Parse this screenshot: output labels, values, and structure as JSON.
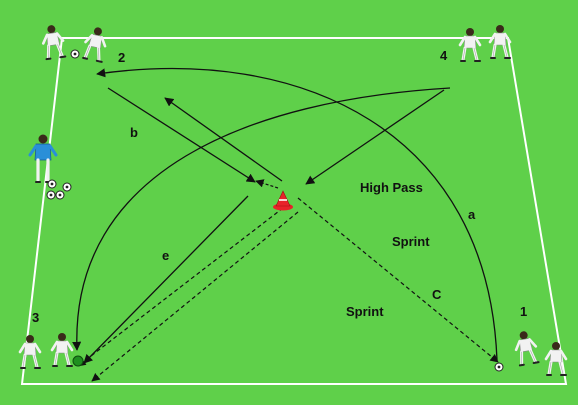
{
  "diagram": {
    "colors": {
      "field": "#5fd04a",
      "line": "#ffffff",
      "arrow": "#111111",
      "player_kit": "#f2f2f2",
      "coach_shirt": "#2a8fd8",
      "cone": "#e8232a",
      "ball_marker": "#1f8f1f"
    },
    "positions": {
      "p1": "1",
      "p2": "2",
      "p3": "3",
      "p4": "4"
    },
    "arrows": {
      "a": "a",
      "b": "b",
      "c": "C",
      "e": "e"
    },
    "actions": {
      "high_pass": "High Pass",
      "sprint_1": "Sprint",
      "sprint_2": "Sprint"
    },
    "icons": [
      "player-icon",
      "coach-icon",
      "ball-icon",
      "cone-icon"
    ]
  }
}
